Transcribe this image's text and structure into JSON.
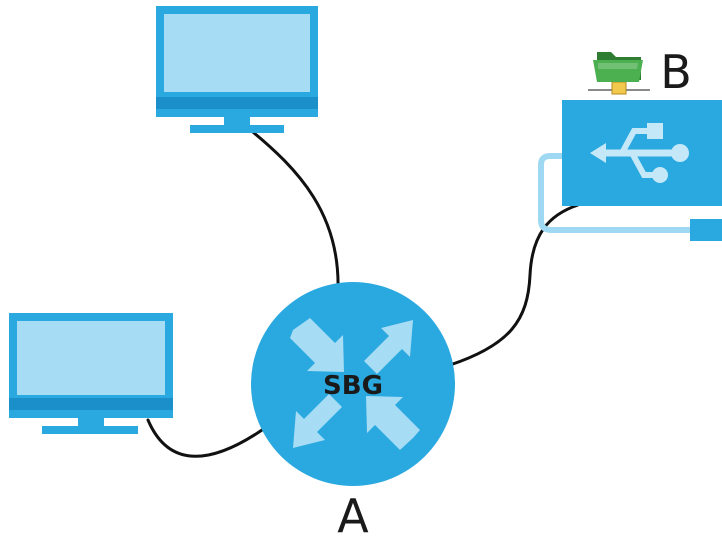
{
  "diagram": {
    "hub_label": "SBG",
    "label_a": "A",
    "label_b": "B",
    "icons": {
      "monitor": "monitor-icon",
      "usb_storage": "usb-storage-icon",
      "shared_folder": "shared-folder-icon",
      "router": "router-icon"
    },
    "colors": {
      "accent_light": "#a6dcf4",
      "accent": "#2aa8e0",
      "accent_dark": "#1a8fc9",
      "usb_cable": "#9fd8f2",
      "cable": "#111111",
      "folder_green": "#4caf50"
    }
  }
}
